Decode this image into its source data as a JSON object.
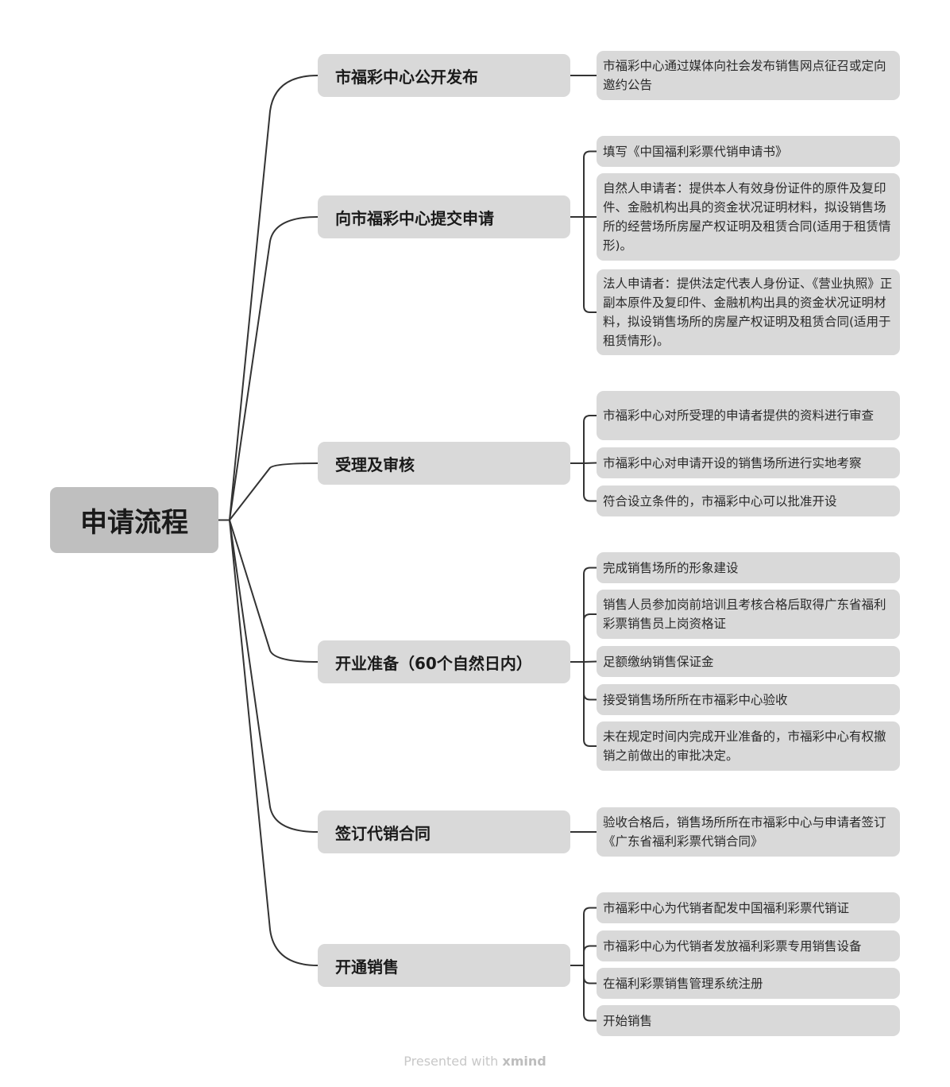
{
  "root": {
    "label": "申请流程"
  },
  "branches": [
    {
      "label": "市福彩中心公开发布",
      "leaves": [
        "市福彩中心通过媒体向社会发布销售网点征召或定向邀约公告"
      ]
    },
    {
      "label": "向市福彩中心提交申请",
      "leaves": [
        "填写《中国福利彩票代销申请书》",
        "自然人申请者：提供本人有效身份证件的原件及复印件、金融机构出具的资金状况证明材料，拟设销售场所的经营场所房屋产权证明及租赁合同(适用于租赁情形)。",
        "法人申请者：提供法定代表人身份证、《营业执照》正副本原件及复印件、金融机构出具的资金状况证明材料，拟设销售场所的房屋产权证明及租赁合同(适用于租赁情形)。"
      ]
    },
    {
      "label": "受理及审核",
      "leaves": [
        "市福彩中心对所受理的申请者提供的资料进行审查",
        "市福彩中心对申请开设的销售场所进行实地考察",
        "符合设立条件的，市福彩中心可以批准开设"
      ]
    },
    {
      "label": "开业准备（60个自然日内）",
      "leaves": [
        "完成销售场所的形象建设",
        "销售人员参加岗前培训且考核合格后取得广东省福利彩票销售员上岗资格证",
        "足额缴纳销售保证金",
        "接受销售场所所在市福彩中心验收",
        "未在规定时间内完成开业准备的，市福彩中心有权撤销之前做出的审批决定。"
      ]
    },
    {
      "label": "签订代销合同",
      "leaves": [
        "验收合格后，销售场所所在市福彩中心与申请者签订《广东省福利彩票代销合同》"
      ]
    },
    {
      "label": "开通销售",
      "leaves": [
        "市福彩中心为代销者配发中国福利彩票代销证",
        "市福彩中心为代销者发放福利彩票专用销售设备",
        "在福利彩票销售管理系统注册",
        "开始销售"
      ]
    }
  ],
  "footer": {
    "prefix": "Presented with",
    "brand": "xmind"
  }
}
